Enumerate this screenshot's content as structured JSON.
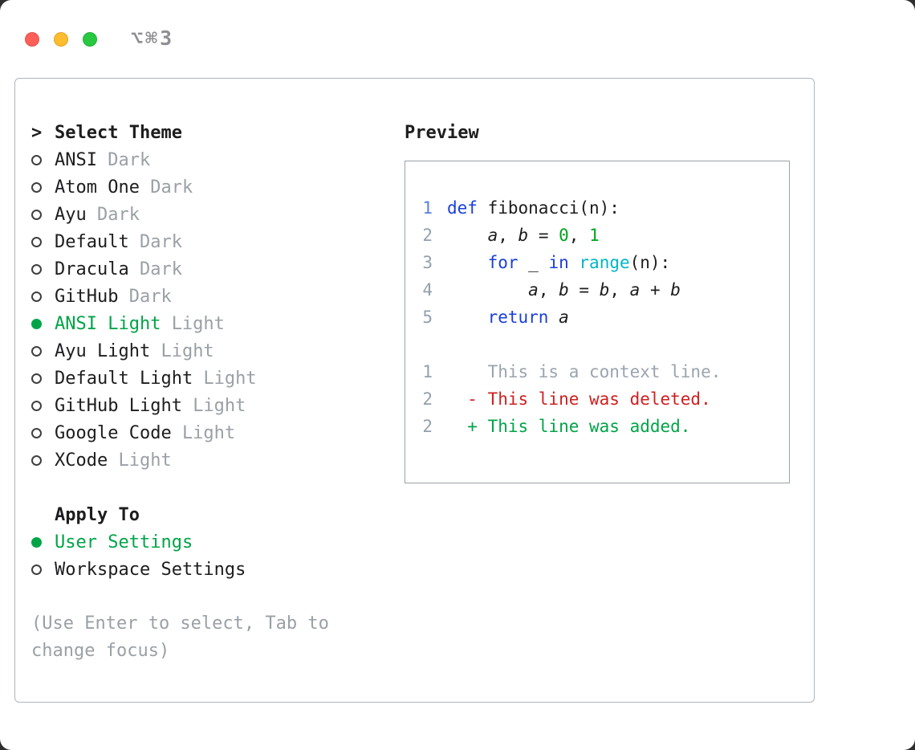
{
  "window": {
    "shortcut_label": "⌥⌘3",
    "traffic_lights": {
      "close": "#ff5f57",
      "minimize": "#febc2e",
      "zoom": "#28c840"
    }
  },
  "theme_selector": {
    "title_prefix": ">",
    "title": "Select Theme",
    "items": [
      {
        "label": "ANSI",
        "variant": "Dark",
        "selected": false
      },
      {
        "label": "Atom One",
        "variant": "Dark",
        "selected": false
      },
      {
        "label": "Ayu",
        "variant": "Dark",
        "selected": false
      },
      {
        "label": "Default",
        "variant": "Dark",
        "selected": false
      },
      {
        "label": "Dracula",
        "variant": "Dark",
        "selected": false
      },
      {
        "label": "GitHub",
        "variant": "Dark",
        "selected": false
      },
      {
        "label": "ANSI Light",
        "variant": "Light",
        "selected": true
      },
      {
        "label": "Ayu Light",
        "variant": "Light",
        "selected": false
      },
      {
        "label": "Default Light",
        "variant": "Light",
        "selected": false
      },
      {
        "label": "GitHub Light",
        "variant": "Light",
        "selected": false
      },
      {
        "label": "Google Code",
        "variant": "Light",
        "selected": false
      },
      {
        "label": "XCode",
        "variant": "Light",
        "selected": false
      }
    ]
  },
  "apply_to": {
    "title": "Apply To",
    "options": [
      {
        "label": "User Settings",
        "selected": true
      },
      {
        "label": "Workspace Settings",
        "selected": false
      }
    ]
  },
  "hint_lines": [
    "(Use Enter to select, Tab to",
    "change focus)"
  ],
  "preview": {
    "title": "Preview",
    "lines": [
      {
        "num": "1",
        "num_style": "num_accent",
        "kind": "code",
        "segments": [
          [
            "def",
            "kw"
          ],
          [
            " fibonacci(n):",
            "fg"
          ]
        ]
      },
      {
        "num": "2",
        "num_style": "num",
        "kind": "code",
        "segments": [
          [
            "    ",
            "fg"
          ],
          [
            "a",
            "var"
          ],
          [
            ", ",
            "fg"
          ],
          [
            "b",
            "var"
          ],
          [
            " = ",
            "fg"
          ],
          [
            "0",
            "lit"
          ],
          [
            ", ",
            "fg"
          ],
          [
            "1",
            "lit"
          ]
        ]
      },
      {
        "num": "3",
        "num_style": "num",
        "kind": "code",
        "segments": [
          [
            "    ",
            "fg"
          ],
          [
            "for",
            "kw"
          ],
          [
            " _ ",
            "fg"
          ],
          [
            "in",
            "kw"
          ],
          [
            " ",
            "fg"
          ],
          [
            "range",
            "fn"
          ],
          [
            "(n):",
            "fg"
          ]
        ]
      },
      {
        "num": "4",
        "num_style": "num",
        "kind": "code",
        "segments": [
          [
            "        ",
            "fg"
          ],
          [
            "a",
            "var"
          ],
          [
            ", ",
            "fg"
          ],
          [
            "b",
            "var"
          ],
          [
            " = ",
            "fg"
          ],
          [
            "b",
            "var"
          ],
          [
            ", ",
            "fg"
          ],
          [
            "a",
            "var"
          ],
          [
            " + ",
            "fg"
          ],
          [
            "b",
            "var"
          ]
        ]
      },
      {
        "num": "5",
        "num_style": "num",
        "kind": "code",
        "segments": [
          [
            "    ",
            "fg"
          ],
          [
            "return",
            "kw"
          ],
          [
            " ",
            "fg"
          ],
          [
            "a",
            "var"
          ]
        ]
      },
      {
        "num": "",
        "num_style": "num",
        "kind": "blank",
        "segments": []
      },
      {
        "num": "1",
        "num_style": "num",
        "kind": "context",
        "segments": [
          [
            "    This is a context line.",
            "ctx"
          ]
        ]
      },
      {
        "num": "2",
        "num_style": "num",
        "kind": "deleted",
        "segments": [
          [
            "  - This line was deleted.",
            "del"
          ]
        ]
      },
      {
        "num": "2",
        "num_style": "num",
        "kind": "added",
        "segments": [
          [
            "  + This line was added.",
            "add"
          ]
        ]
      }
    ]
  },
  "colors": {
    "text": "#1d1d1f",
    "muted": "#9aa0a6",
    "green": "#00a447",
    "panel_border": "#adb5bd",
    "preview_border": "#9aa1a8",
    "marker": "#3f3f41"
  },
  "token_styles": {
    "kw": {
      "color": "#1a3fd8"
    },
    "fg": {
      "color": "#1d1d1f"
    },
    "var": {
      "color": "#1d1d1f",
      "italic": true
    },
    "lit": {
      "color": "#00a41c"
    },
    "fn": {
      "color": "#00b5c8"
    },
    "ctx": {
      "color": "#9aa4ae"
    },
    "del": {
      "color": "#d01f1f"
    },
    "add": {
      "color": "#00a447"
    },
    "num": {
      "color": "#93a0ad"
    },
    "num_accent": {
      "color": "#5a80dd"
    }
  }
}
